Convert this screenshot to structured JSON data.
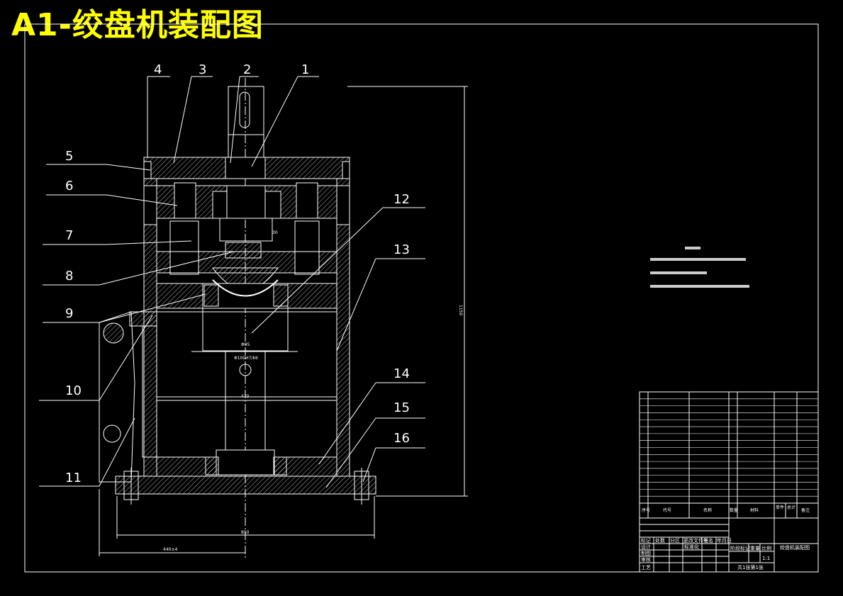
{
  "sheet": {
    "title": "A1-绞盘机装配图"
  },
  "callouts": [
    "1",
    "2",
    "3",
    "4",
    "5",
    "6",
    "7",
    "8",
    "9",
    "10",
    "11",
    "12",
    "13",
    "14",
    "15",
    "16"
  ],
  "title_block": {
    "drawing_name": "绞盘机装配图",
    "scale": "1:1",
    "sheet_info": "共1张第1张",
    "header_cells": [
      "标记",
      "处数",
      "分区",
      "更改文件号",
      "签名",
      "年月日"
    ],
    "rows_left": [
      "设计",
      "制图",
      "审核",
      "工艺"
    ],
    "stage_label": "阶段标记",
    "weight_label": "重量",
    "ratio_label": "比例",
    "designer_std": "标准化"
  },
  "parts_list_header": [
    "序号",
    "代号",
    "名称",
    "数量",
    "材料",
    "单件",
    "总计",
    "备注"
  ]
}
